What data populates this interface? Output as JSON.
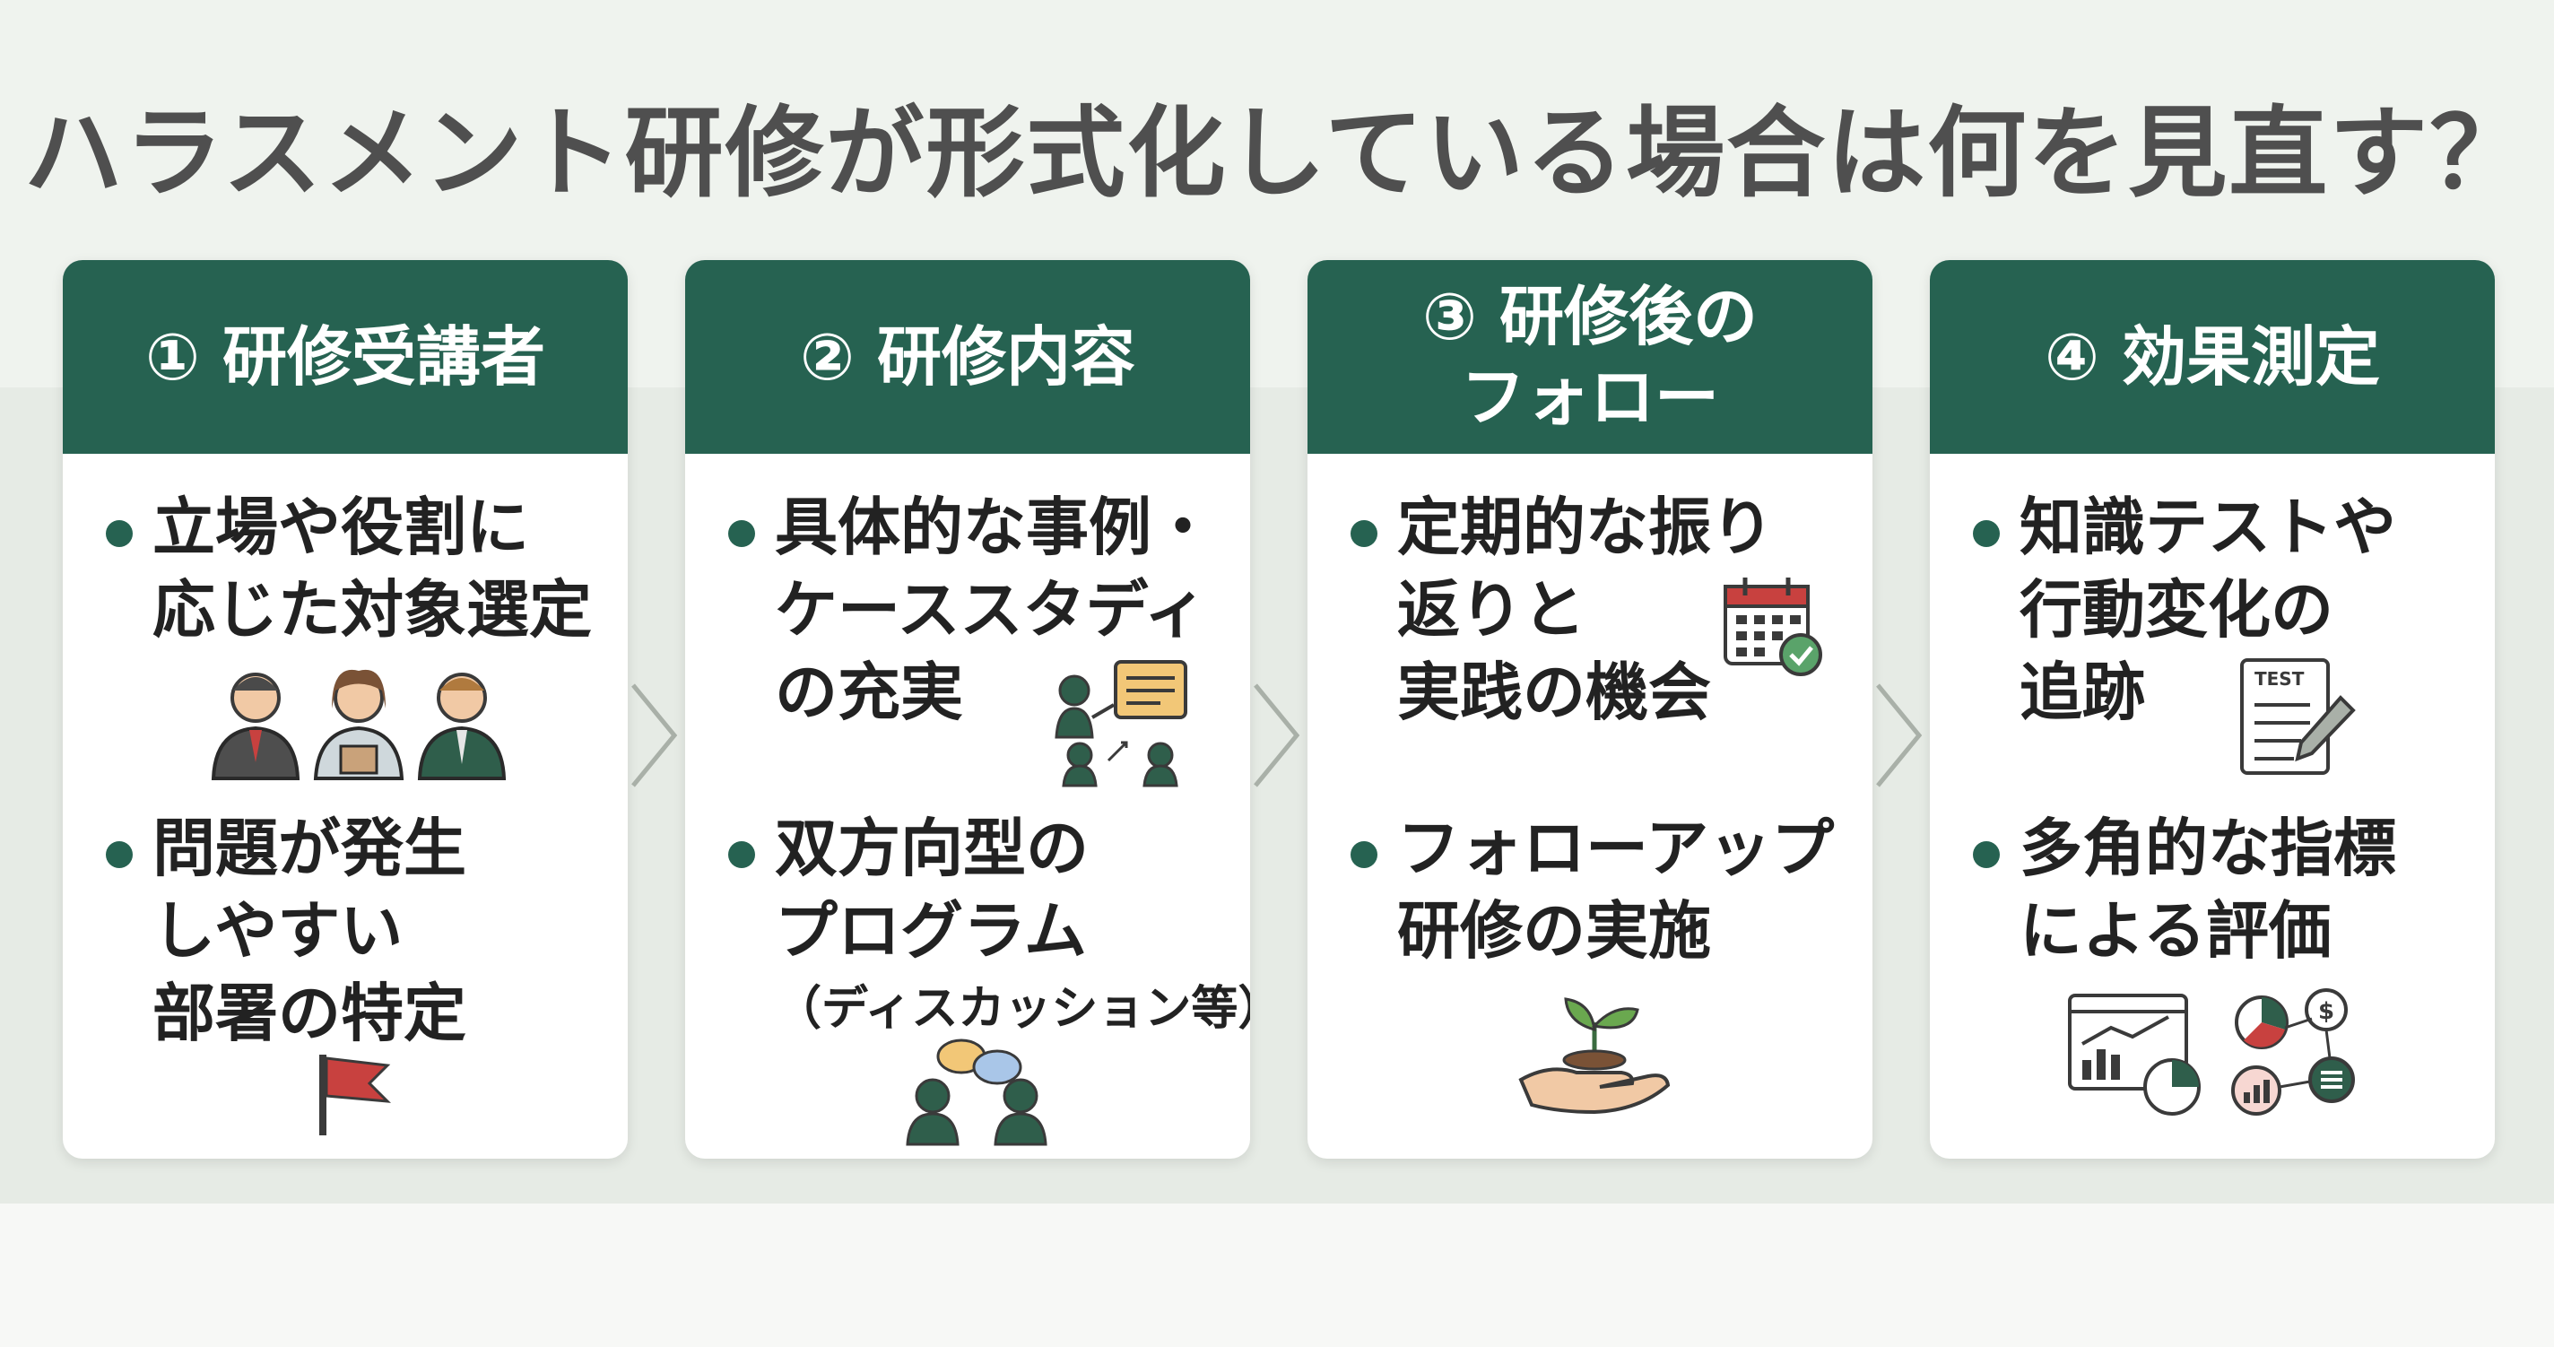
{
  "title": "ハラスメント研修が形式化している場合は何を見直す？",
  "cards": [
    {
      "heading": "① 研修受講者",
      "items": [
        {
          "text": "立場や役割に\n応じた対象選定",
          "icon": "people-group-icon"
        },
        {
          "text": "問題が発生\nしやすい\n部署の特定",
          "icon": "red-flag-icon"
        }
      ]
    },
    {
      "heading": "② 研修内容",
      "items": [
        {
          "text": "具体的な事例・\nケーススタディ\nの充実",
          "icon": "presentation-icon"
        },
        {
          "text": "双方向型の\nプログラム",
          "sub": "（ディスカッション等）",
          "icon": "discussion-icon"
        }
      ]
    },
    {
      "heading": "③ 研修後の\nフォロー",
      "items": [
        {
          "text": "定期的な振り\n返りと\n実践の機会",
          "icon": "calendar-check-icon"
        },
        {
          "text": "フォローアップ\n研修の実施",
          "icon": "sprout-hand-icon"
        }
      ]
    },
    {
      "heading": "④ 効果測定",
      "items": [
        {
          "text": "知識テストや\n行動変化の\n追跡",
          "icon": "test-sheet-icon",
          "icon_label": "TEST"
        },
        {
          "text": "多角的な指標\nによる評価",
          "icon": "analytics-icon"
        }
      ]
    }
  ],
  "colors": {
    "header": "#266251",
    "bullet": "#266251",
    "flag": "#c8413f",
    "title": "#4f4f4f"
  }
}
